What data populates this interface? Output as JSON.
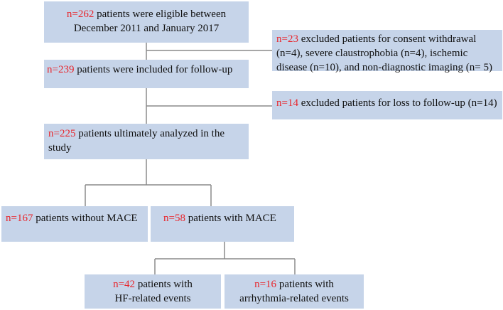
{
  "colors": {
    "box_fill": "#c6d4e9",
    "highlight": "#e8262c",
    "text": "#111111",
    "connector": "#8a8a8a"
  },
  "boxes": {
    "eligible": {
      "count": "n=262",
      "line1": " patients were eligible between",
      "line2": "December 2011 and January 2017"
    },
    "excluded1": {
      "count": "n=23",
      "line1": " excluded patients for consent withdrawal",
      "line2": "(n=4), severe claustrophobia (n=4), ischemic",
      "line3": "disease (n=10), and non-diagnostic imaging (n= 5)"
    },
    "included": {
      "count": "n=239",
      "line1": " patients were included for follow-up"
    },
    "excluded2": {
      "count": "n=14",
      "line1": " excluded patients for loss to follow-up (n=14)"
    },
    "analyzed": {
      "count": "n=225",
      "line1": " patients ultimately analyzed in the",
      "line2": "study"
    },
    "no_mace": {
      "count": "n=167",
      "line1": " patients without MACE"
    },
    "mace": {
      "count": "n=58",
      "line1": " patients with MACE"
    },
    "hf": {
      "count": "n=42",
      "line1": " patients with",
      "line2": "HF-related events"
    },
    "arrhythmia": {
      "count": "n=16",
      "line1": " patients with",
      "line2": "arrhythmia-related events"
    }
  }
}
